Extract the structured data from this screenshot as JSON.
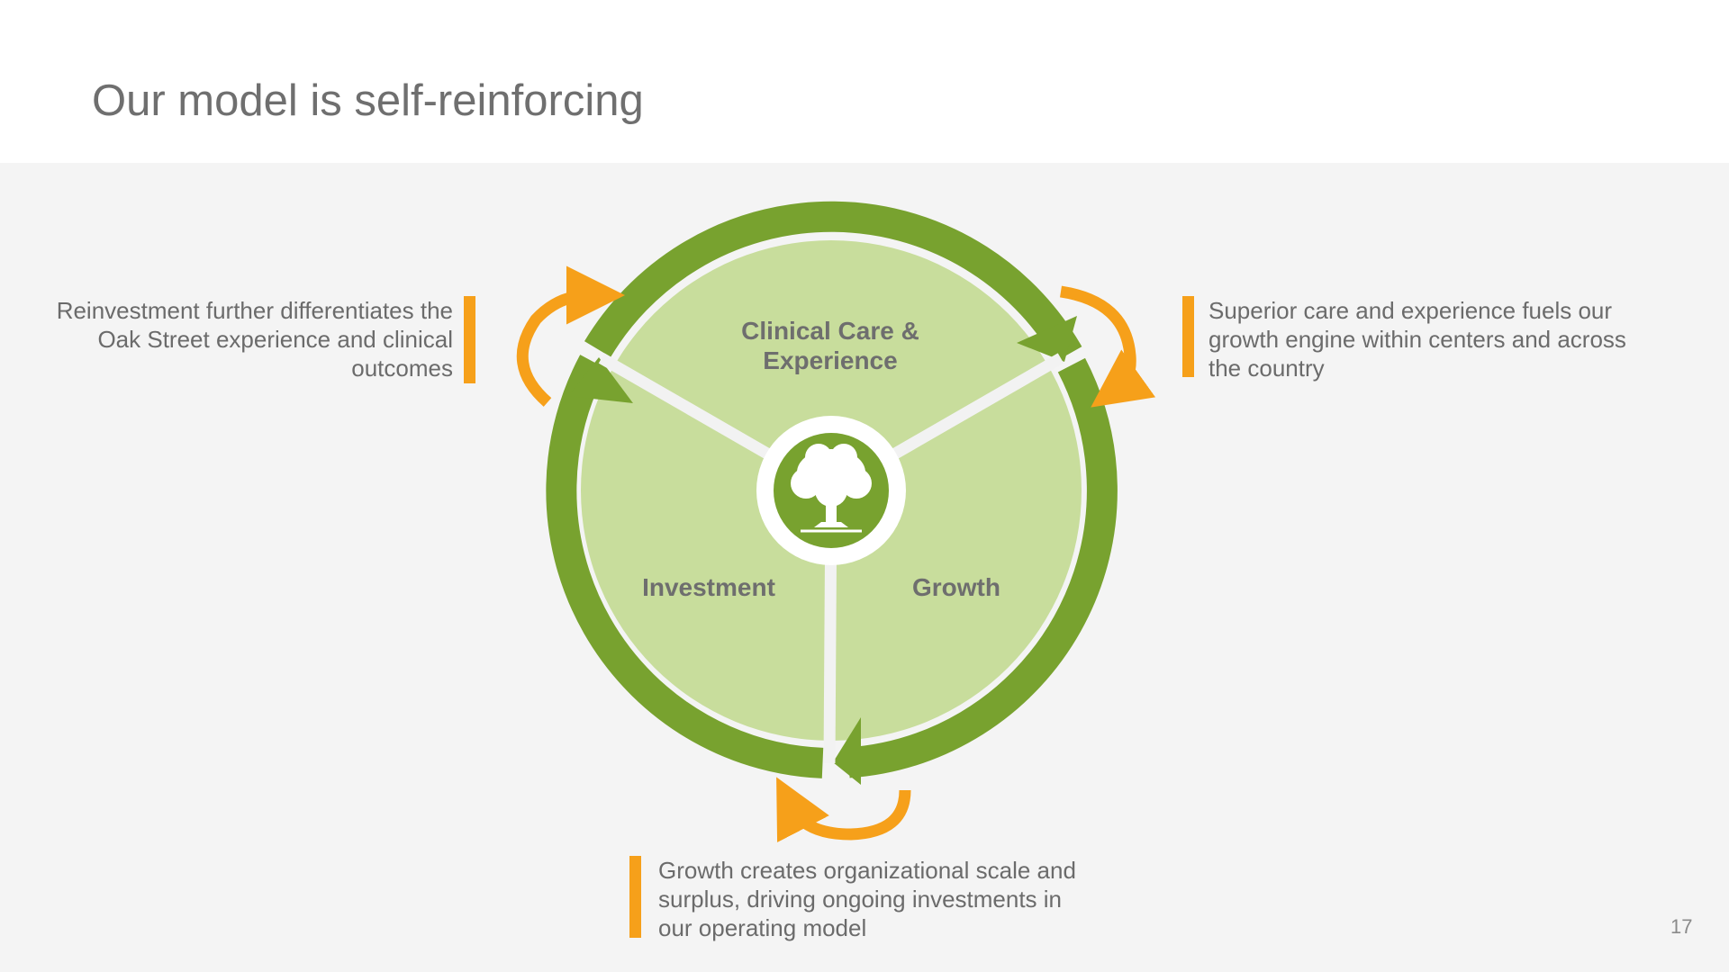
{
  "slide": {
    "title": "Our model is self-reinforcing",
    "page_number": "17"
  },
  "diagram": {
    "segments": {
      "top_line1": "Clinical Care &",
      "top_line2": "Experience",
      "left": "Investment",
      "right": "Growth"
    },
    "center_icon": "oak-tree-icon"
  },
  "callouts": {
    "left": "Reinvestment further differentiates the Oak Street experience and clinical outcomes",
    "right": "Superior care and experience fuels our growth engine within centers and across the country",
    "bottom": "Growth creates organizational scale and surplus, driving ongoing investments in our operating model"
  },
  "colors": {
    "ring_green": "#78a22f",
    "inner_green": "#c8dd9c",
    "arrow_orange": "#f6a01a",
    "background": "#f4f4f4"
  }
}
